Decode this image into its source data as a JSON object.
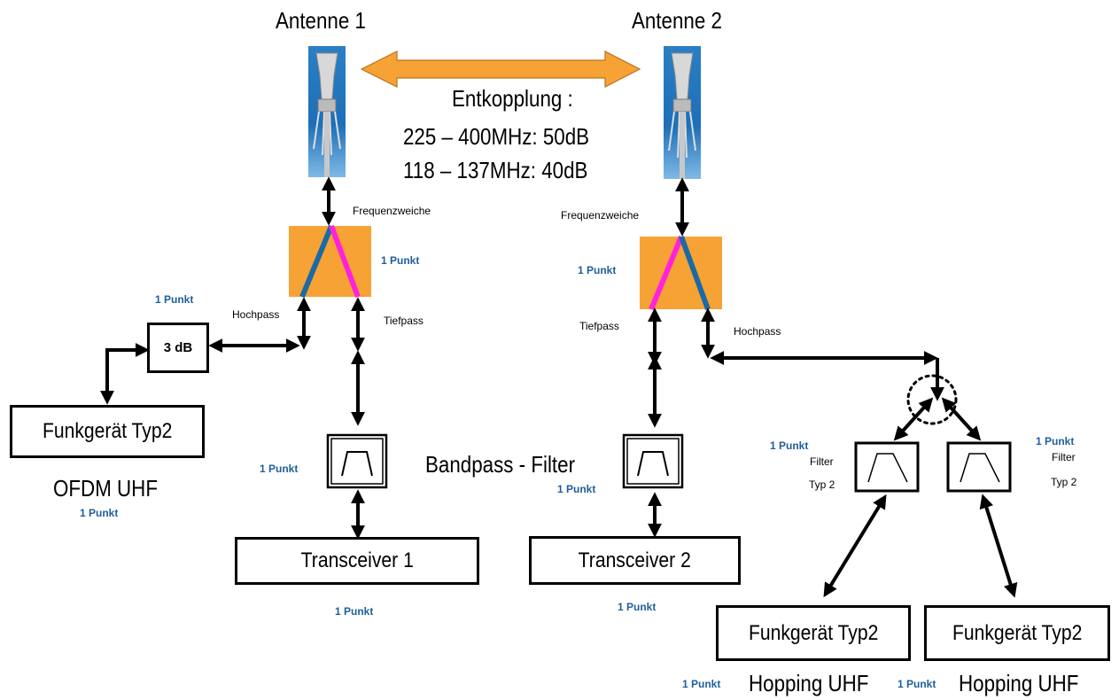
{
  "antennas": [
    {
      "label": "Antenne 1"
    },
    {
      "label": "Antenne 2"
    }
  ],
  "decoupling": {
    "title": "Entkopplung :",
    "line1": "225 – 400MHz:  50dB",
    "line2": "118 – 137MHz: 40dB"
  },
  "diplexer_label": "Frequenzweiche",
  "highpass_label": "Hochpass",
  "lowpass_label": "Tiefpass",
  "attenuator_label": "3 dB",
  "bandpass_label": "Bandpass - Filter",
  "filter_label": "Filter",
  "filter_type_label": "Typ 2",
  "point_label": "1 Punkt",
  "devices": {
    "radio_type2": "Funkgerät Typ2",
    "transceiver1": "Transceiver 1",
    "transceiver2": "Transceiver 2"
  },
  "modes": {
    "ofdm": "OFDM UHF",
    "hopping": "Hopping UHF"
  },
  "colors": {
    "orange": "#f7a234",
    "highpass_line": "#1a6aa5",
    "lowpass_line": "#ff22dd",
    "point_text": "#1f5f99"
  }
}
